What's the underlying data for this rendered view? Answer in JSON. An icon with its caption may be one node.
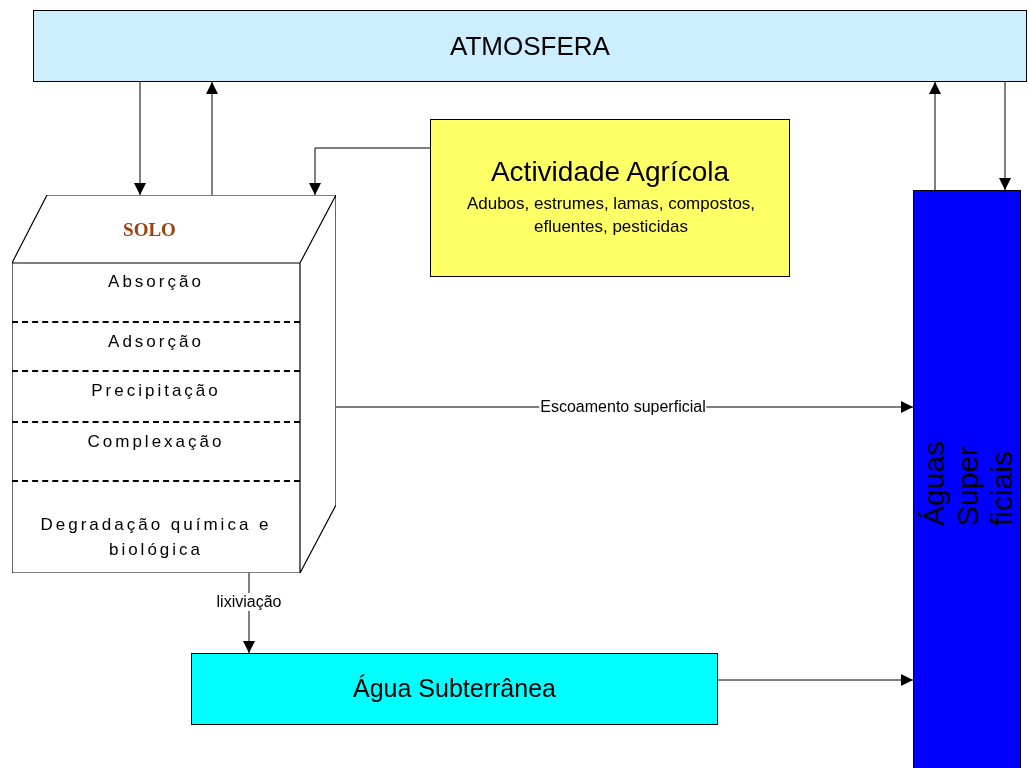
{
  "diagram": {
    "nodes": [
      {
        "text": [
          "ATMOSFERA"
        ]
      },
      {
        "text": [
          "Actividade Agrícola",
          "Adubos, estrumes, lamas, compostos, efluentes, pesticidas"
        ]
      },
      {
        "text": [
          "SOLO"
        ]
      },
      {
        "text": [
          "Absorção"
        ],
        "in": 2
      },
      {
        "text": [
          "Adsorção"
        ],
        "in": 2
      },
      {
        "text": [
          "Precipitação"
        ],
        "in": 2
      },
      {
        "text": [
          "Complexação"
        ],
        "in": 2
      },
      {
        "text": [
          "Degradação química e biológica"
        ],
        "in": 2
      },
      {
        "text": [
          "Águas Super ficiais"
        ]
      },
      {
        "text": [
          "Água Subterrânea"
        ]
      }
    ],
    "edges": [
      {
        "from": 0,
        "to": 2,
        "arrow": "to"
      },
      {
        "from": 2,
        "to": 0,
        "arrow": "to"
      },
      {
        "from": 1,
        "to": 2,
        "arrow": "to"
      },
      {
        "from": 8,
        "to": 0,
        "arrow": "to"
      },
      {
        "from": 0,
        "to": 8,
        "arrow": "to"
      },
      {
        "from": 2,
        "to": 8,
        "arrow": "to",
        "label": "Escoamento superficial"
      },
      {
        "from": 2,
        "to": 9,
        "arrow": "to",
        "label": "lixiviação"
      },
      {
        "from": 9,
        "to": 8,
        "arrow": "to"
      }
    ]
  }
}
